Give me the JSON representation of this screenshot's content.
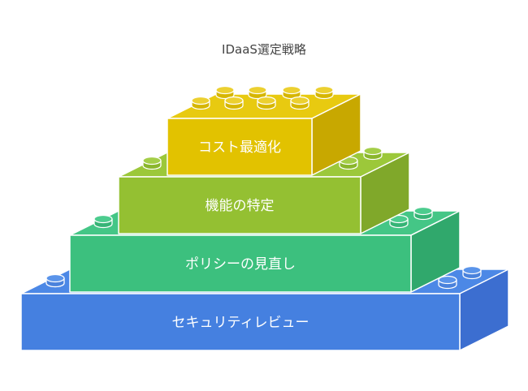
{
  "diagram": {
    "title": "IDaaS選定戦略",
    "layers": [
      {
        "label": "コスト最適化",
        "color": "#e2c200"
      },
      {
        "label": "機能の特定",
        "color": "#94c032"
      },
      {
        "label": "ポリシーの見直し",
        "color": "#3cc07e"
      },
      {
        "label": "セキュリティレビュー",
        "color": "#4580e0"
      }
    ]
  }
}
